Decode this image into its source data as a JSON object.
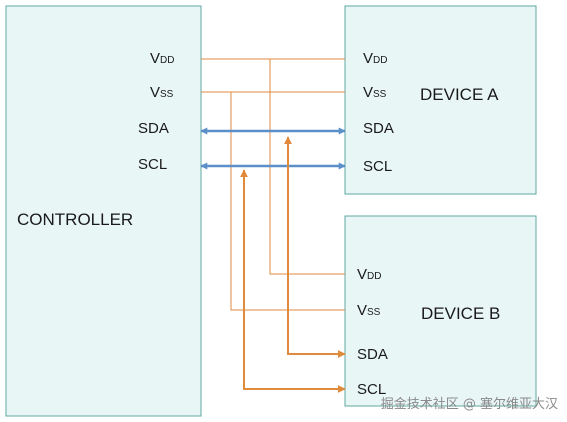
{
  "controller": {
    "title": "CONTROLLER",
    "pins": {
      "vdd": {
        "main": "V",
        "sub": "DD"
      },
      "vss": {
        "main": "V",
        "sub": "SS"
      },
      "sda": "SDA",
      "scl": "SCL"
    }
  },
  "device_a": {
    "title": "DEVICE A",
    "pins": {
      "vdd": {
        "main": "V",
        "sub": "DD"
      },
      "vss": {
        "main": "V",
        "sub": "SS"
      },
      "sda": "SDA",
      "scl": "SCL"
    }
  },
  "device_b": {
    "title": "DEVICE B",
    "pins": {
      "vdd": {
        "main": "V",
        "sub": "DD"
      },
      "vss": {
        "main": "V",
        "sub": "SS"
      },
      "sda": "SDA",
      "scl": "SCL"
    }
  },
  "watermark": "掘金技术社区 @ 塞尔维亚大汉",
  "colors": {
    "box_fill": "#e9f6f6",
    "box_stroke": "#5fa8a2",
    "bus_blue": "#5b8fc9",
    "wire_orange": "#e08a3c",
    "text": "#1a1a1a"
  }
}
